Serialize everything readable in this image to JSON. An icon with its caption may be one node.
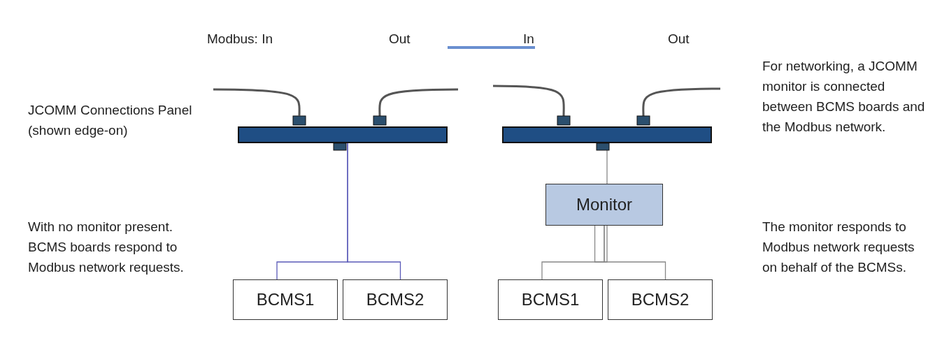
{
  "diagram": {
    "nodes": [
      {
        "text": [],
        "shape": "bar",
        "beside": [
          "JCOMM Connections Panel (shown edge-on)"
        ]
      },
      {
        "text": [],
        "shape": "bar"
      },
      {
        "text": [
          "Monitor"
        ]
      },
      {
        "text": [
          "BCMS1"
        ]
      },
      {
        "text": [
          "BCMS2"
        ]
      },
      {
        "text": [
          "BCMS1"
        ]
      },
      {
        "text": [
          "BCMS2"
        ]
      }
    ],
    "edges": [
      {
        "from": null,
        "to": 0,
        "arrow": "none"
      },
      {
        "from": null,
        "to": 0,
        "arrow": "none"
      },
      {
        "from": null,
        "to": 1,
        "arrow": "none"
      },
      {
        "from": null,
        "to": 1,
        "arrow": "none"
      },
      {
        "from": 0,
        "to": 3,
        "arrow": "none",
        "color": "#5a5ab8"
      },
      {
        "from": 0,
        "to": 4,
        "arrow": "none",
        "color": "#5a5ab8"
      },
      {
        "from": 1,
        "to": 2,
        "arrow": "none"
      },
      {
        "from": 2,
        "to": 5,
        "arrow": "none"
      },
      {
        "from": 2,
        "to": 6,
        "arrow": "none"
      }
    ],
    "labels": [
      "Modbus: In",
      "Out",
      "In",
      "Out",
      "For networking, a JCOMM monitor is connected between BCMS boards and the Modbus network.",
      "With no monitor present. BCMS boards respond to Modbus network requests.",
      "The monitor responds to Modbus network requests on behalf of the BCMSs."
    ]
  }
}
